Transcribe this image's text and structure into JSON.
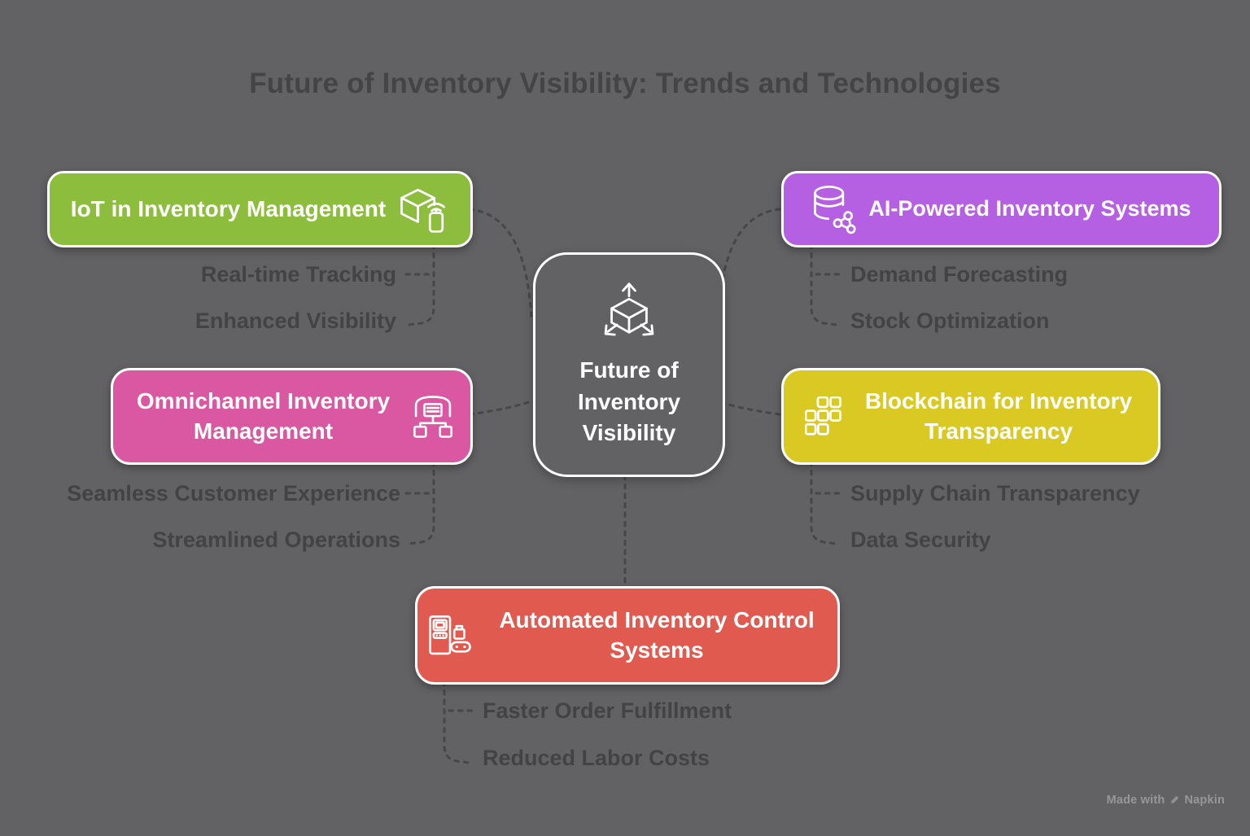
{
  "title": "Future of Inventory Visibility: Trends and Technologies",
  "center_node": {
    "label": "Future of Inventory Visibility",
    "icon": "cube-distribution-icon"
  },
  "nodes": [
    {
      "id": "iot",
      "label": "IoT in Inventory Management",
      "color": "#8dbd3d",
      "icon": "iot-package-phone-icon",
      "children": [
        "Real-time Tracking",
        "Enhanced Visibility"
      ]
    },
    {
      "id": "ai",
      "label": "AI-Powered Inventory Systems",
      "color": "#b55fe2",
      "icon": "ai-database-network-icon",
      "children": [
        "Demand Forecasting",
        "Stock Optimization"
      ]
    },
    {
      "id": "omnichannel",
      "label": "Omnichannel Inventory Management",
      "color": "#d958a1",
      "icon": "warehouse-distribution-icon",
      "children": [
        "Seamless Customer Experience",
        "Streamlined Operations"
      ]
    },
    {
      "id": "blockchain",
      "label": "Blockchain for Inventory Transparency",
      "color": "#d9c922",
      "icon": "blockchain-blocks-icon",
      "children": [
        "Supply Chain Transparency",
        "Data Security"
      ]
    },
    {
      "id": "automation",
      "label": "Automated Inventory Control Systems",
      "color": "#e15a50",
      "icon": "robot-conveyor-icon",
      "children": [
        "Faster Order Fulfillment",
        "Reduced Labor Costs"
      ]
    }
  ],
  "watermark": {
    "prefix": "Made with",
    "brand": "Napkin"
  },
  "colors": {
    "background": "#626264",
    "title_text": "#444446",
    "label_text": "#434345",
    "connector": "#47474a",
    "node_border": "#ffffff",
    "node_text": "#ffffff"
  }
}
